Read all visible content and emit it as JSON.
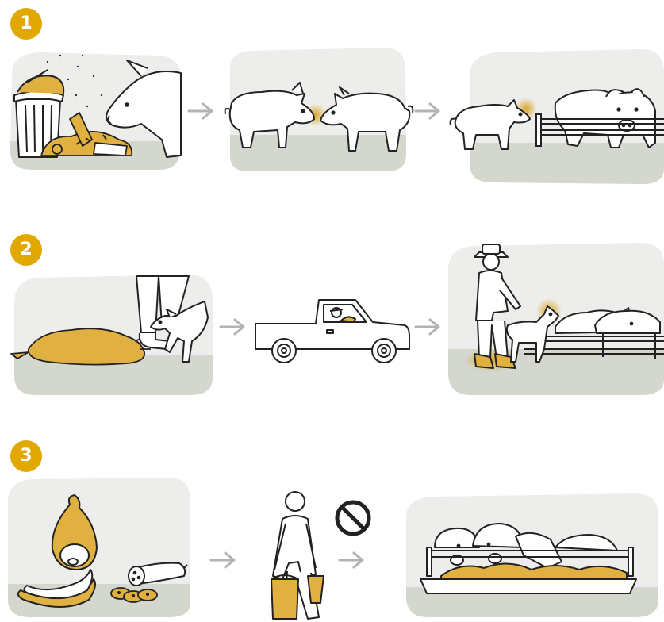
{
  "steps": [
    {
      "number": "1"
    },
    {
      "number": "2"
    },
    {
      "number": "3"
    }
  ],
  "colors": {
    "badge": "#e0a800",
    "highlight": "#d9a320",
    "panel": "#ededeb",
    "ground": "#d3d7cd",
    "line": "#222222",
    "arrow": "#b3b3b3"
  }
}
